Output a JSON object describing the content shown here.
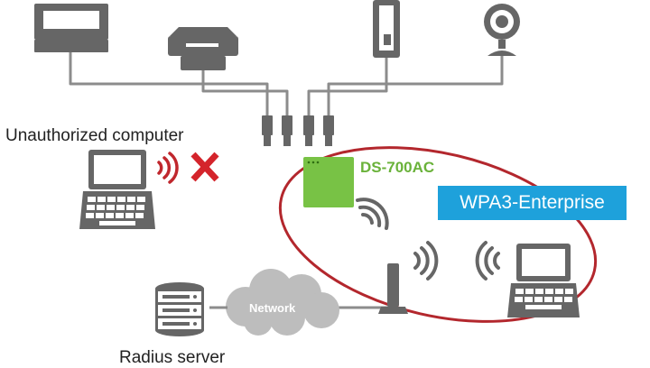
{
  "labels": {
    "unauthorized_computer": "Unauthorized computer",
    "radius_server": "Radius server",
    "device_model": "DS-700AC",
    "security_mode": "WPA3-Enterprise",
    "network": "Network"
  },
  "colors": {
    "device_green": "#78c245",
    "label_green": "#6ab23a",
    "badge_blue": "#1ea1db",
    "ellipse_red": "#b3272d",
    "x_red": "#d4242b",
    "wave_red": "#c0272d",
    "icon_gray": "#666666",
    "line_gray": "#8c8c8c",
    "cloud_gray": "#bdbdbd"
  },
  "icons": [
    "printer-icon",
    "scanner-icon",
    "tower-pc-icon",
    "webcam-icon",
    "laptop-icon",
    "server-icon",
    "cloud-icon",
    "wifi-waves-icon",
    "antenna-icon",
    "blocked-x-icon"
  ]
}
